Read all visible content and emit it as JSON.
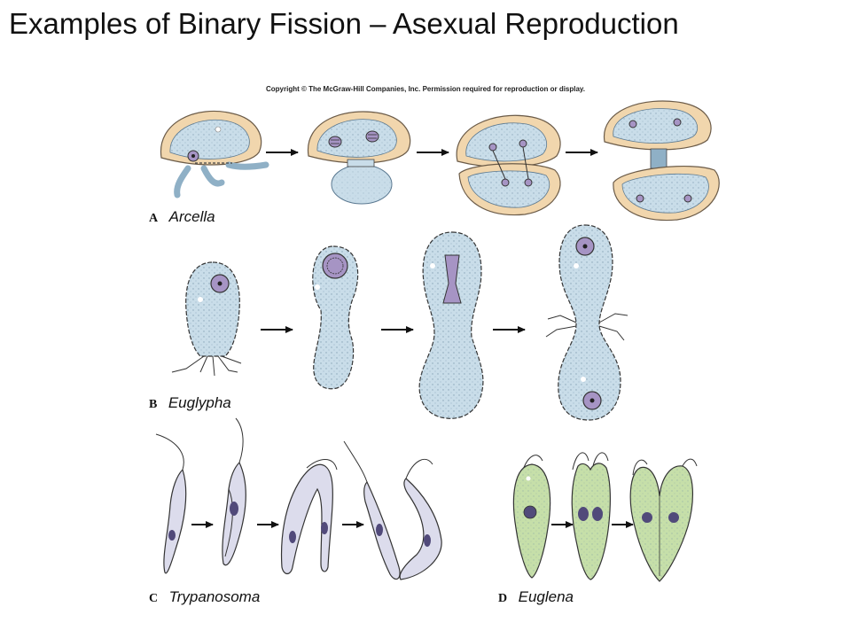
{
  "title": "Examples of Binary Fission – Asexual Reproduction",
  "copyright": "Copyright © The McGraw-Hill Companies, Inc. Permission required for reproduction or display.",
  "panels": [
    {
      "letter": "A",
      "name": "Arcella"
    },
    {
      "letter": "B",
      "name": "Euglypha"
    },
    {
      "letter": "C",
      "name": "Trypanosoma"
    },
    {
      "letter": "D",
      "name": "Euglena"
    }
  ],
  "colors": {
    "cytoplasm": "#c9dde9",
    "test_shell": "#f1d6ad",
    "nucleus": "#a694c4",
    "euglena": "#c6dfa9",
    "trypanosoma": "#dcdcec"
  }
}
